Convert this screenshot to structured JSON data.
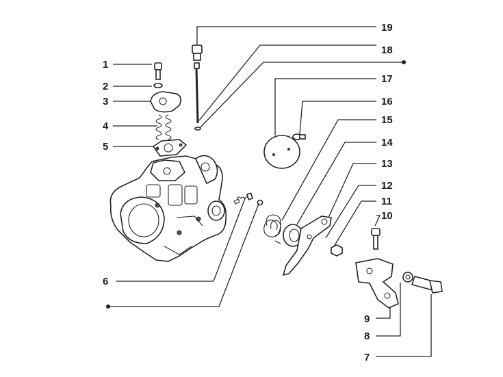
{
  "diagram": {
    "callouts": [
      {
        "id": "c1",
        "label": "1"
      },
      {
        "id": "c2",
        "label": "2"
      },
      {
        "id": "c3",
        "label": "3"
      },
      {
        "id": "c4",
        "label": "4"
      },
      {
        "id": "c5",
        "label": "5"
      },
      {
        "id": "c6",
        "label": "6"
      },
      {
        "id": "c7",
        "label": "7"
      },
      {
        "id": "c8",
        "label": "8"
      },
      {
        "id": "c9",
        "label": "9"
      },
      {
        "id": "c10",
        "label": "10"
      },
      {
        "id": "c11",
        "label": "11"
      },
      {
        "id": "c12",
        "label": "12"
      },
      {
        "id": "c13",
        "label": "13"
      },
      {
        "id": "c14",
        "label": "14"
      },
      {
        "id": "c15",
        "label": "15"
      },
      {
        "id": "c16",
        "label": "16"
      },
      {
        "id": "c17",
        "label": "17"
      },
      {
        "id": "c18",
        "label": "18"
      },
      {
        "id": "c19",
        "label": "19"
      }
    ],
    "colors": {
      "line": "#222222",
      "paper": "#ffffff"
    }
  }
}
